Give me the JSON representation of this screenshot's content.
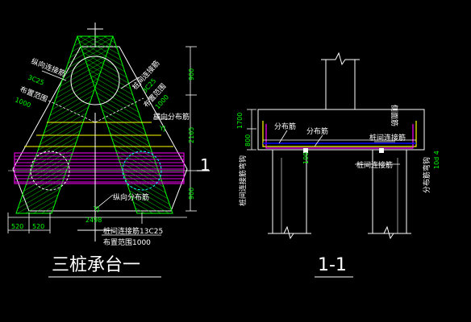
{
  "plan": {
    "title": "三桩承台一",
    "labels": {
      "longitudinal_tie": "纵向连接筋",
      "longitudinal_tie_spec": "3C25",
      "layout_range": "布置范围",
      "layout_range_value": "1000",
      "pile_tie": "桩间连接筋",
      "pile_tie_spec": "13C25",
      "layout_range_right": "布置范围",
      "layout_range_right_value": "1000",
      "transverse_dist": "横向分布筋",
      "vertical_dist": "纵向分布筋",
      "yj_right": "YJ",
      "yj_bottom": "YJ",
      "bottom_tie": "桩间连接筋13C25",
      "bottom_range": "布置范围1000"
    },
    "dims": {
      "right_top": "900",
      "right_mid": "2165",
      "right_bot": "900",
      "bottom_total": "2498",
      "bottom_left_a": "520",
      "bottom_left_b": "520"
    }
  },
  "section": {
    "title": "1-1",
    "marker": "1",
    "labels": {
      "dist_bar_1": "分布筋",
      "dist_bar_2": "分布筋",
      "side_bar": "侧面筋",
      "pile_tie": "桩间连接筋",
      "pile_tie_bottom": "桩间连接筋",
      "pile_tie_bend": "桩间连接筋弯钩",
      "dist_bar_bend": "分布筋弯钩",
      "bend_spec": "10d 4"
    },
    "dims": {
      "left_top": "1700",
      "left_mid": "800",
      "inner": "100"
    }
  },
  "colors": {
    "background": "#000000",
    "line": "#ffffff",
    "green": "#00ff00",
    "yellow": "#ffff00",
    "magenta": "#ff00ff",
    "blue": "#0000ff",
    "cyan": "#00ffff"
  }
}
